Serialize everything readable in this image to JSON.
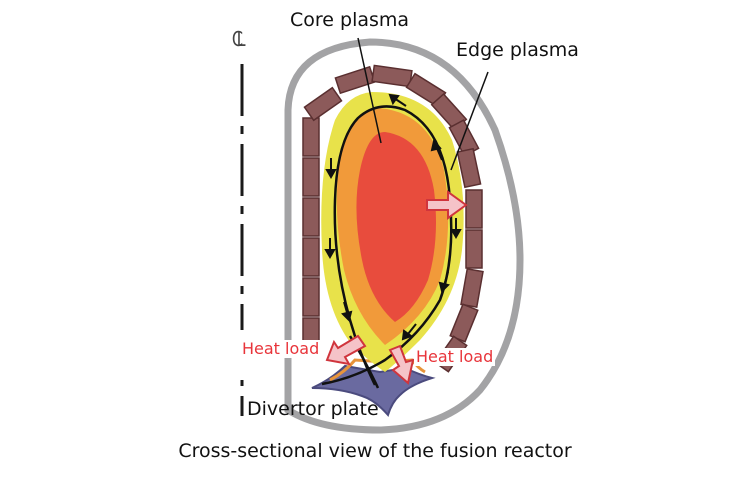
{
  "title": "Cross-sectional view of the fusion reactor",
  "labels": {
    "centerline": "CL",
    "core_plasma": "Core plasma",
    "edge_plasma": "Edge plasma",
    "heat_load_left": "Heat load",
    "heat_load_right": "Heat load",
    "divertor_plate": "Divertor plate"
  },
  "colors": {
    "vessel": "#a3a3a5",
    "blanket_tile": "#8c5a5a",
    "blanket_outline": "#5a2f30",
    "edge_plasma": "#e8e24a",
    "core_outer": "#f19a3a",
    "core_inner": "#e84c3d",
    "divertor": "#6a6aa0",
    "heat_arrow_fill": "#f5c3c8",
    "heat_arrow_stroke": "#d0353d",
    "label_red": "#e8343a",
    "text": "#111111"
  }
}
